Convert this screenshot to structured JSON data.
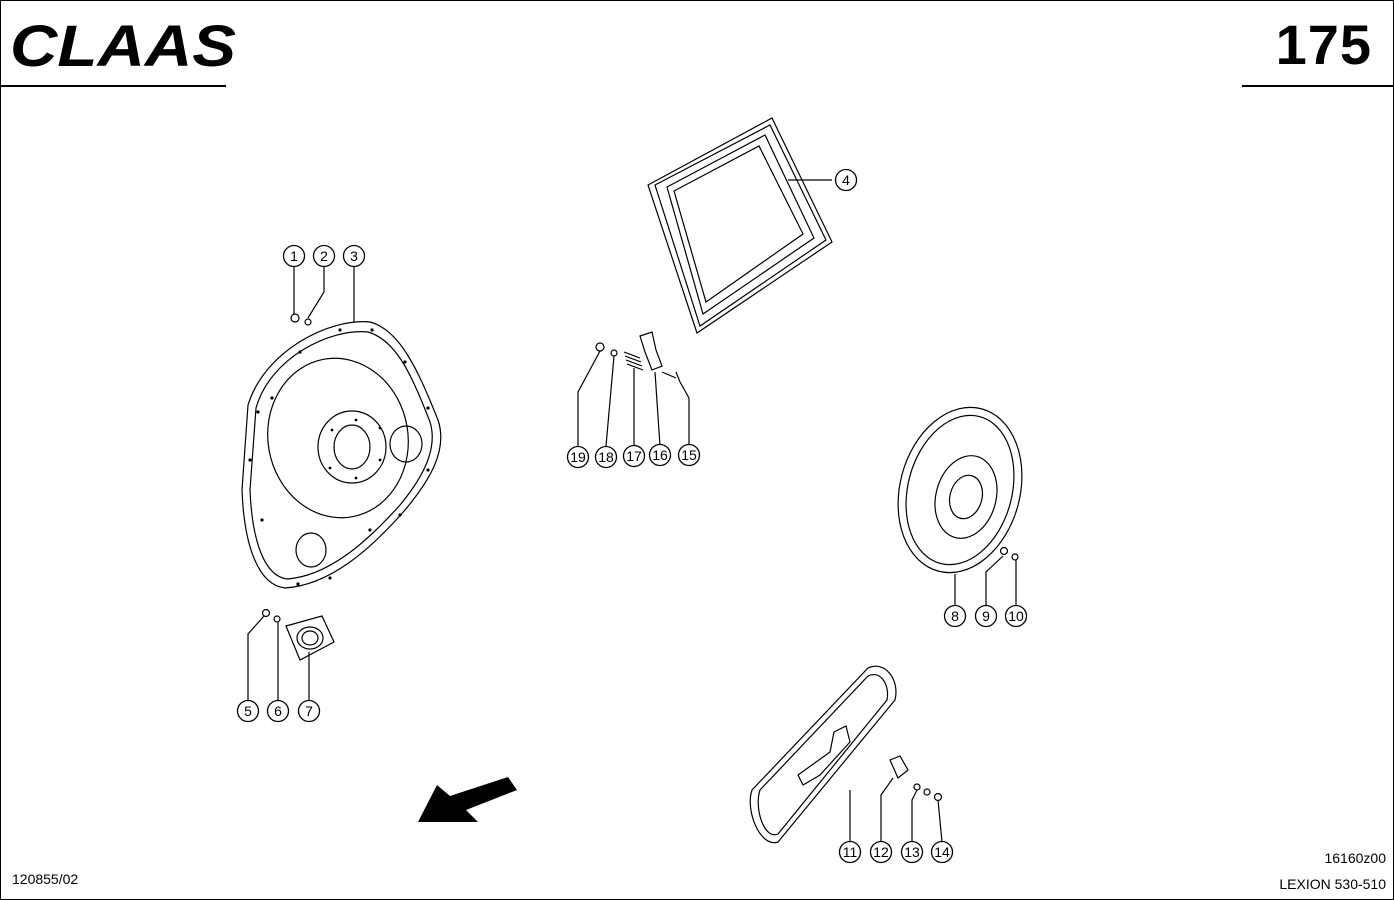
{
  "header": {
    "brand": "CLAAS",
    "page_number": "175"
  },
  "footer": {
    "doc_number": "120855/02",
    "figure_code": "16160z00",
    "model": "LEXION 530-510"
  },
  "callouts": [
    {
      "id": "callout-1",
      "label": "1"
    },
    {
      "id": "callout-2",
      "label": "2"
    },
    {
      "id": "callout-3",
      "label": "3"
    },
    {
      "id": "callout-4",
      "label": "4"
    },
    {
      "id": "callout-5",
      "label": "5"
    },
    {
      "id": "callout-6",
      "label": "6"
    },
    {
      "id": "callout-7",
      "label": "7"
    },
    {
      "id": "callout-8",
      "label": "8"
    },
    {
      "id": "callout-9",
      "label": "9"
    },
    {
      "id": "callout-10",
      "label": "10"
    },
    {
      "id": "callout-11",
      "label": "11"
    },
    {
      "id": "callout-12",
      "label": "12"
    },
    {
      "id": "callout-13",
      "label": "13"
    },
    {
      "id": "callout-14",
      "label": "14"
    },
    {
      "id": "callout-15",
      "label": "15"
    },
    {
      "id": "callout-16",
      "label": "16"
    },
    {
      "id": "callout-17",
      "label": "17"
    },
    {
      "id": "callout-18",
      "label": "18"
    },
    {
      "id": "callout-19",
      "label": "19"
    }
  ]
}
